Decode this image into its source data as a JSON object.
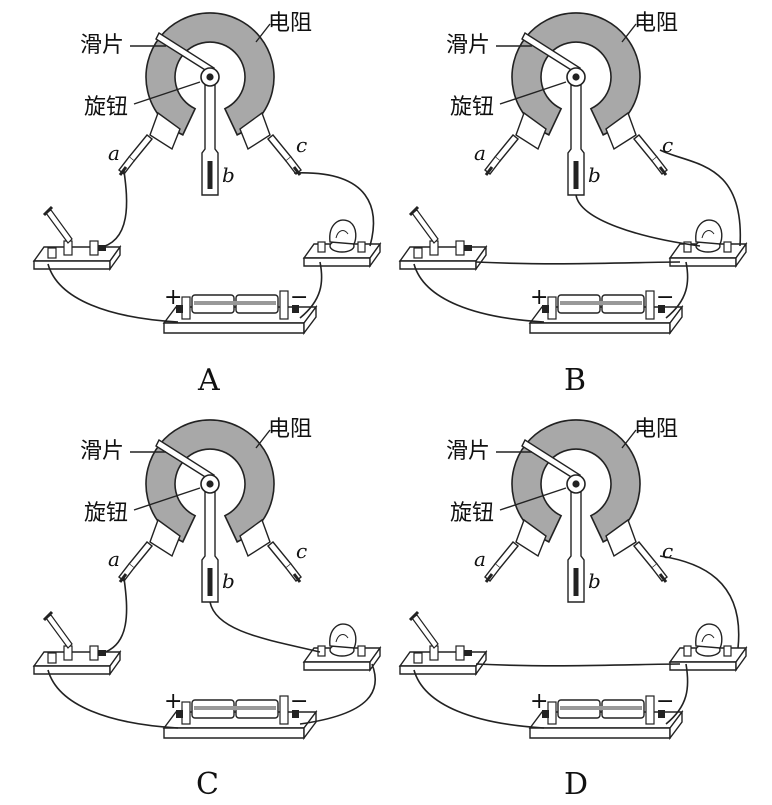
{
  "labels": {
    "slider": "滑片",
    "knob": "旋钮",
    "resistor": "电阻"
  },
  "terminals": {
    "a": "a",
    "b": "b",
    "c": "c"
  },
  "polarity": {
    "positive": "+",
    "negative": "−"
  },
  "panels": [
    {
      "id": "A",
      "option": "A",
      "show_labels": true,
      "slider_angle": 235
    },
    {
      "id": "B",
      "option": "B",
      "show_labels": true,
      "slider_angle": 235
    },
    {
      "id": "C",
      "option": "C",
      "show_labels": true,
      "slider_angle": 235
    },
    {
      "id": "D",
      "option": "D",
      "show_labels": true,
      "slider_angle": 235
    }
  ],
  "colors": {
    "resistor_fill": "#a8a8a8",
    "ink": "#222222",
    "board_fill": "#ffffff"
  }
}
